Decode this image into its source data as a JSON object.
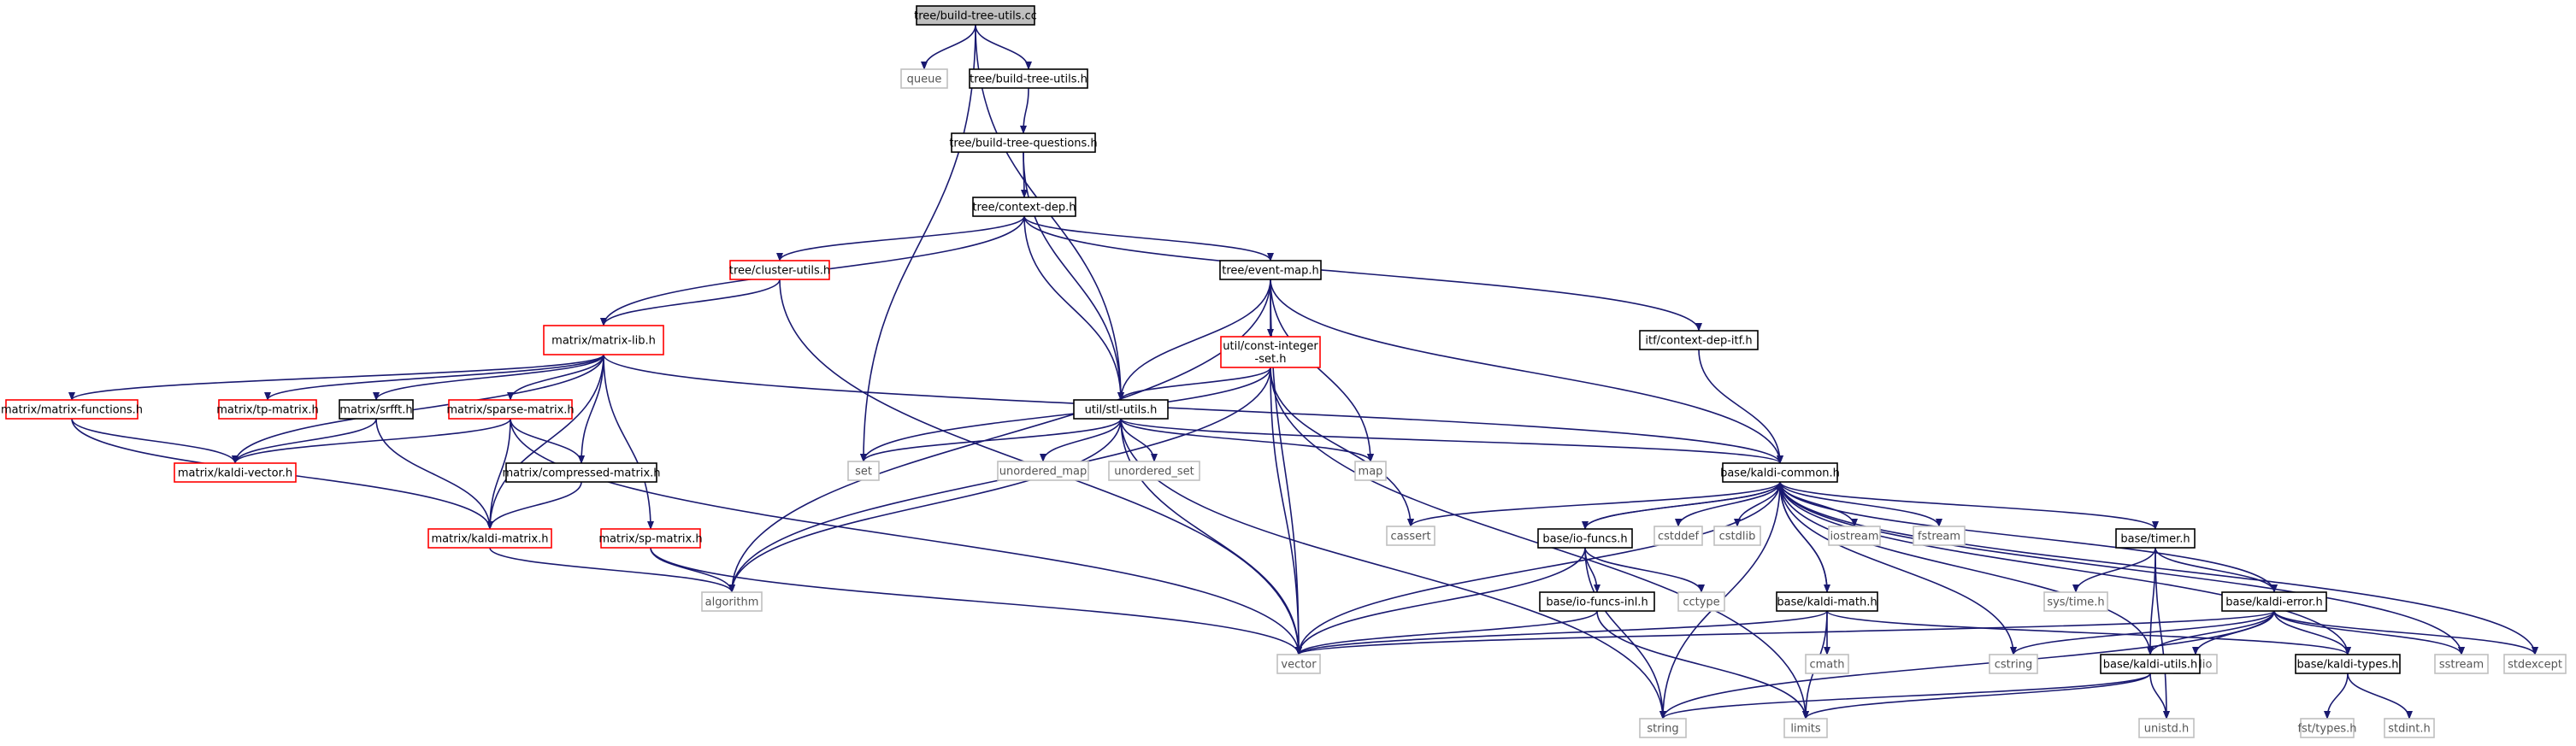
{
  "diagram": {
    "colors": {
      "edge": "#191970",
      "root_fill": "#bfbfbf",
      "root_border": "#000000",
      "normal_border": "#000000",
      "truncated_border": "#ff0000",
      "system_border": "#bfbfbf"
    },
    "nodes": [
      {
        "id": "n0",
        "label": "tree/build-tree-utils.cc",
        "kind": "root"
      },
      {
        "id": "n1",
        "label": "queue",
        "kind": "system"
      },
      {
        "id": "n2",
        "label": "tree/build-tree-utils.h",
        "kind": "normal"
      },
      {
        "id": "n3",
        "label": "set",
        "kind": "system"
      },
      {
        "id": "n4",
        "label": "util/stl-utils.h",
        "kind": "normal"
      },
      {
        "id": "n5",
        "label": "tree/build-tree-questions.h",
        "kind": "normal"
      },
      {
        "id": "n6",
        "label": "tree/context-dep.h",
        "kind": "normal"
      },
      {
        "id": "n7",
        "label": "tree/cluster-utils.h",
        "kind": "truncated"
      },
      {
        "id": "n8",
        "label": "tree/event-map.h",
        "kind": "normal"
      },
      {
        "id": "n9",
        "label": "itf/context-dep-itf.h",
        "kind": "normal"
      },
      {
        "id": "n10",
        "label": "matrix/matrix-lib.h",
        "kind": "truncated"
      },
      {
        "id": "n11",
        "label": "util/const-integer\n-set.h",
        "kind": "truncated"
      },
      {
        "id": "n12",
        "label": "matrix/matrix-functions.h",
        "kind": "truncated"
      },
      {
        "id": "n13",
        "label": "matrix/tp-matrix.h",
        "kind": "truncated"
      },
      {
        "id": "n14",
        "label": "matrix/srfft.h",
        "kind": "normal"
      },
      {
        "id": "n15",
        "label": "matrix/sparse-matrix.h",
        "kind": "truncated"
      },
      {
        "id": "n16",
        "label": "matrix/kaldi-vector.h",
        "kind": "truncated"
      },
      {
        "id": "n17",
        "label": "matrix/compressed-matrix.h",
        "kind": "normal"
      },
      {
        "id": "n18",
        "label": "matrix/kaldi-matrix.h",
        "kind": "truncated"
      },
      {
        "id": "n19",
        "label": "matrix/sp-matrix.h",
        "kind": "truncated"
      },
      {
        "id": "n20",
        "label": "algorithm",
        "kind": "system"
      },
      {
        "id": "n21",
        "label": "vector",
        "kind": "system"
      },
      {
        "id": "n22",
        "label": "unordered_map",
        "kind": "system"
      },
      {
        "id": "n23",
        "label": "unordered_set",
        "kind": "system"
      },
      {
        "id": "n24",
        "label": "map",
        "kind": "system"
      },
      {
        "id": "n25",
        "label": "base/kaldi-common.h",
        "kind": "normal"
      },
      {
        "id": "n26",
        "label": "cassert",
        "kind": "system"
      },
      {
        "id": "n27",
        "label": "base/io-funcs.h",
        "kind": "normal"
      },
      {
        "id": "n28",
        "label": "cstddef",
        "kind": "system"
      },
      {
        "id": "n29",
        "label": "cstdlib",
        "kind": "system"
      },
      {
        "id": "n30",
        "label": "iostream",
        "kind": "system"
      },
      {
        "id": "n31",
        "label": "fstream",
        "kind": "system"
      },
      {
        "id": "n32",
        "label": "base/timer.h",
        "kind": "normal"
      },
      {
        "id": "n33",
        "label": "cctype",
        "kind": "system"
      },
      {
        "id": "n34",
        "label": "base/io-funcs-inl.h",
        "kind": "normal"
      },
      {
        "id": "n35",
        "label": "base/kaldi-math.h",
        "kind": "normal"
      },
      {
        "id": "n36",
        "label": "sys/time.h",
        "kind": "system"
      },
      {
        "id": "n37",
        "label": "base/kaldi-error.h",
        "kind": "normal"
      },
      {
        "id": "n38",
        "label": "cmath",
        "kind": "system"
      },
      {
        "id": "n39",
        "label": "cstring",
        "kind": "system"
      },
      {
        "id": "n40",
        "label": "cstdio",
        "kind": "system"
      },
      {
        "id": "n41",
        "label": "base/kaldi-types.h",
        "kind": "normal"
      },
      {
        "id": "n42",
        "label": "sstream",
        "kind": "system"
      },
      {
        "id": "n43",
        "label": "stdexcept",
        "kind": "system"
      },
      {
        "id": "n44",
        "label": "base/kaldi-utils.h",
        "kind": "normal"
      },
      {
        "id": "n45",
        "label": "string",
        "kind": "system"
      },
      {
        "id": "n46",
        "label": "limits",
        "kind": "system"
      },
      {
        "id": "n47",
        "label": "unistd.h",
        "kind": "system"
      },
      {
        "id": "n48",
        "label": "fst/types.h",
        "kind": "system"
      },
      {
        "id": "n49",
        "label": "stdint.h",
        "kind": "system"
      }
    ],
    "edges": [
      [
        "n0",
        "n1"
      ],
      [
        "n0",
        "n2"
      ],
      [
        "n0",
        "n3"
      ],
      [
        "n0",
        "n4"
      ],
      [
        "n2",
        "n5"
      ],
      [
        "n5",
        "n6"
      ],
      [
        "n5",
        "n4"
      ],
      [
        "n6",
        "n7"
      ],
      [
        "n6",
        "n8"
      ],
      [
        "n6",
        "n9"
      ],
      [
        "n6",
        "n10"
      ],
      [
        "n6",
        "n4"
      ],
      [
        "n7",
        "n10"
      ],
      [
        "n7",
        "n21"
      ],
      [
        "n8",
        "n11"
      ],
      [
        "n8",
        "n4"
      ],
      [
        "n8",
        "n24"
      ],
      [
        "n8",
        "n21"
      ],
      [
        "n8",
        "n20"
      ],
      [
        "n8",
        "n25"
      ],
      [
        "n9",
        "n25"
      ],
      [
        "n10",
        "n12"
      ],
      [
        "n10",
        "n13"
      ],
      [
        "n10",
        "n14"
      ],
      [
        "n10",
        "n15"
      ],
      [
        "n10",
        "n16"
      ],
      [
        "n10",
        "n17"
      ],
      [
        "n10",
        "n18"
      ],
      [
        "n10",
        "n19"
      ],
      [
        "n10",
        "n25"
      ],
      [
        "n11",
        "n4"
      ],
      [
        "n11",
        "n3"
      ],
      [
        "n11",
        "n26"
      ],
      [
        "n11",
        "n21"
      ],
      [
        "n11",
        "n20"
      ],
      [
        "n11",
        "n46"
      ],
      [
        "n12",
        "n16"
      ],
      [
        "n12",
        "n18"
      ],
      [
        "n14",
        "n16"
      ],
      [
        "n14",
        "n18"
      ],
      [
        "n15",
        "n16"
      ],
      [
        "n15",
        "n17"
      ],
      [
        "n15",
        "n18"
      ],
      [
        "n15",
        "n21"
      ],
      [
        "n17",
        "n18"
      ],
      [
        "n18",
        "n20"
      ],
      [
        "n19",
        "n20"
      ],
      [
        "n19",
        "n21"
      ],
      [
        "n4",
        "n3"
      ],
      [
        "n4",
        "n22"
      ],
      [
        "n4",
        "n23"
      ],
      [
        "n4",
        "n24"
      ],
      [
        "n4",
        "n21"
      ],
      [
        "n4",
        "n20"
      ],
      [
        "n4",
        "n45"
      ],
      [
        "n4",
        "n25"
      ],
      [
        "n25",
        "n26"
      ],
      [
        "n25",
        "n27"
      ],
      [
        "n25",
        "n28"
      ],
      [
        "n25",
        "n29"
      ],
      [
        "n25",
        "n30"
      ],
      [
        "n25",
        "n31"
      ],
      [
        "n25",
        "n32"
      ],
      [
        "n25",
        "n35"
      ],
      [
        "n25",
        "n37"
      ],
      [
        "n25",
        "n39"
      ],
      [
        "n25",
        "n41"
      ],
      [
        "n25",
        "n42"
      ],
      [
        "n25",
        "n43"
      ],
      [
        "n25",
        "n44"
      ],
      [
        "n25",
        "n45"
      ],
      [
        "n25",
        "n21"
      ],
      [
        "n27",
        "n25"
      ],
      [
        "n27",
        "n33"
      ],
      [
        "n27",
        "n34"
      ],
      [
        "n27",
        "n21"
      ],
      [
        "n27",
        "n45"
      ],
      [
        "n34",
        "n21"
      ],
      [
        "n34",
        "n46"
      ],
      [
        "n35",
        "n25"
      ],
      [
        "n35",
        "n38"
      ],
      [
        "n35",
        "n46"
      ],
      [
        "n35",
        "n21"
      ],
      [
        "n35",
        "n41"
      ],
      [
        "n32",
        "n36"
      ],
      [
        "n32",
        "n37"
      ],
      [
        "n32",
        "n44"
      ],
      [
        "n32",
        "n47"
      ],
      [
        "n37",
        "n39"
      ],
      [
        "n37",
        "n40"
      ],
      [
        "n37",
        "n41"
      ],
      [
        "n37",
        "n42"
      ],
      [
        "n37",
        "n43"
      ],
      [
        "n37",
        "n44"
      ],
      [
        "n37",
        "n45"
      ],
      [
        "n37",
        "n21"
      ],
      [
        "n41",
        "n48"
      ],
      [
        "n41",
        "n49"
      ],
      [
        "n44",
        "n45"
      ],
      [
        "n44",
        "n46"
      ],
      [
        "n44",
        "n47"
      ]
    ]
  }
}
